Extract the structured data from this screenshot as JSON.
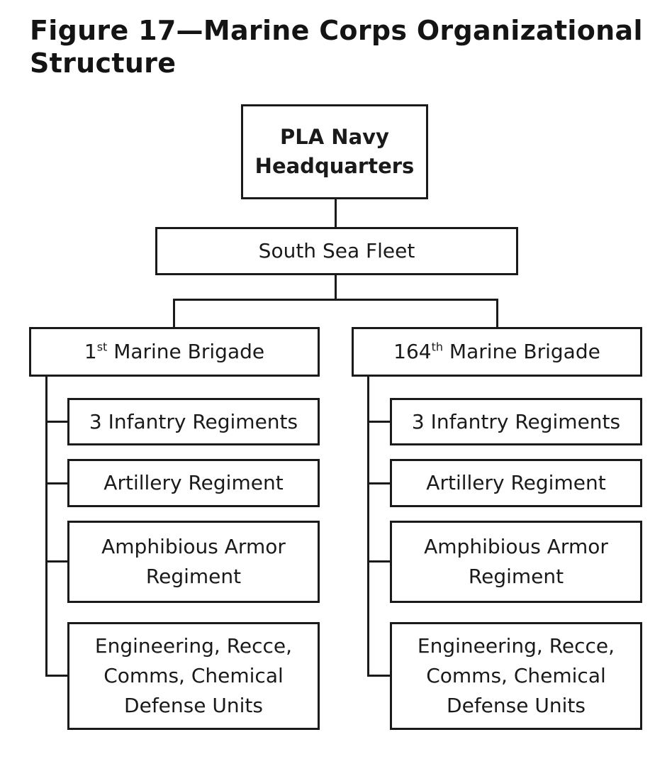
{
  "figure": {
    "title": "Figure 17—Marine Corps Organizational Structure"
  },
  "headquarters": {
    "label": "PLA Navy\nHeadquarters"
  },
  "fleet": {
    "label": "South Sea Fleet"
  },
  "brigades": [
    {
      "number": "1",
      "ordinal_suffix": "st",
      "name": "Marine Brigade",
      "units": [
        "3 Infantry Regiments",
        "Artillery Regiment",
        "Amphibious Armor\nRegiment",
        "Engineering, Recce,\nComms, Chemical\nDefense Units"
      ]
    },
    {
      "number": "164",
      "ordinal_suffix": "th",
      "name": "Marine Brigade",
      "units": [
        "3 Infantry Regiments",
        "Artillery Regiment",
        "Amphibious Armor\nRegiment",
        "Engineering, Recce,\nComms, Chemical\nDefense Units"
      ]
    }
  ]
}
